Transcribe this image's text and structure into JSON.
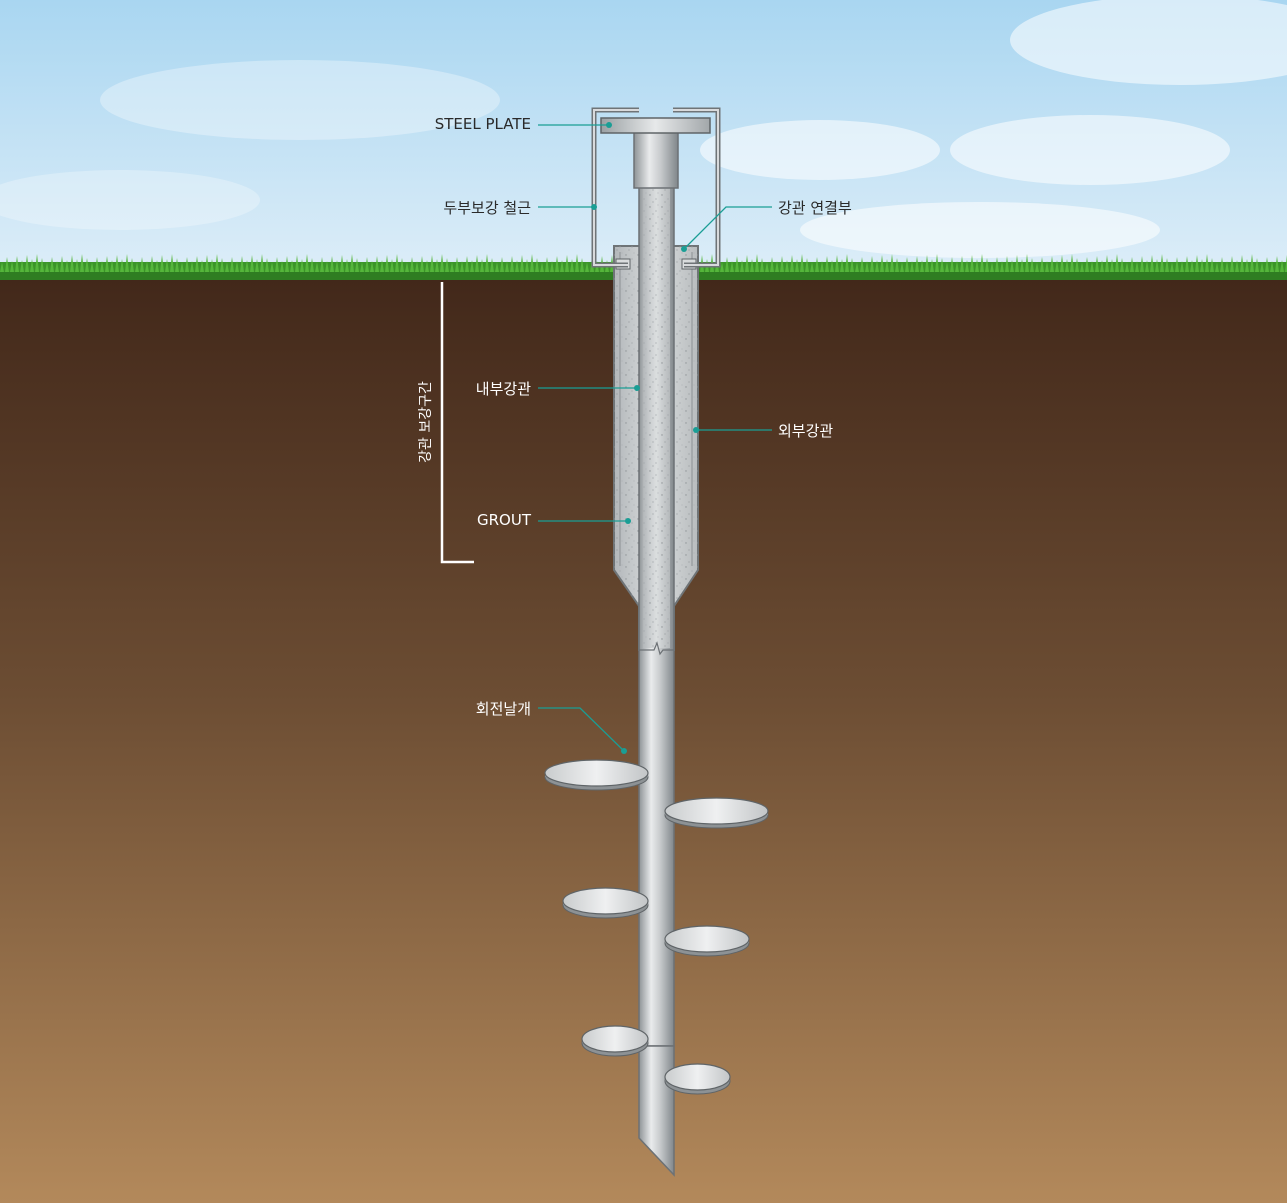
{
  "labels": {
    "steel_plate": "STEEL PLATE",
    "head_rebar": "두부보강 철근",
    "pipe_joint": "강관 연결부",
    "inner_pipe": "내부강관",
    "outer_pipe": "외부강관",
    "grout": "GROUT",
    "helix": "회전날개",
    "reinforced_section": "강관 보강구간"
  },
  "colors": {
    "leader": "#1a9e95",
    "sky_top": "#a8d4ef",
    "soil_top": "#452a1a",
    "soil_bottom": "#b2895c",
    "grass": "#3f9a2c",
    "steel": "#c9ccce"
  }
}
